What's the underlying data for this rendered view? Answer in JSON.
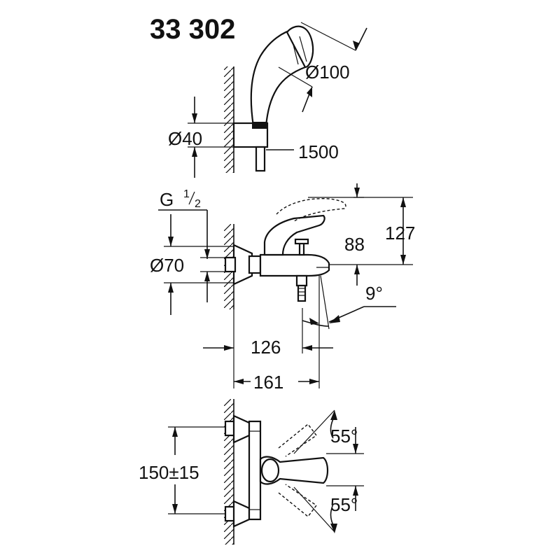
{
  "title": "33 302",
  "labels": {
    "hand_shower_diameter": "Ø100",
    "holder_diameter": "Ø40",
    "hose_length": "1500",
    "thread": "G",
    "thread_frac_num": "1",
    "thread_frac_den": "2",
    "escutcheon_diameter": "Ø70",
    "height_88": "88",
    "height_127": "127",
    "angle_spout": "9°",
    "depth_126": "126",
    "depth_161": "161",
    "angle_upper": "55°",
    "angle_lower": "55°",
    "centres": "150±15"
  }
}
